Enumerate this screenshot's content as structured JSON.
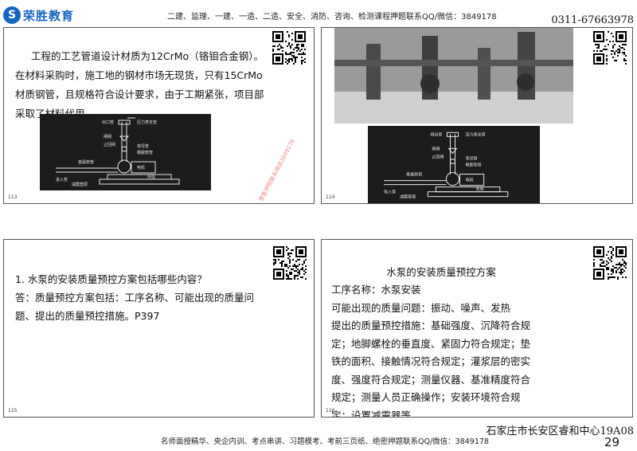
{
  "header": {
    "logo_mark": "S",
    "logo_text": "荣胜教育",
    "courses": "二建、监理、一建、一造、二造、安全、消防、咨询、检测课程押题联系QQ/微信：3849178",
    "phone": "0311-67663978"
  },
  "slides": [
    {
      "number": "113",
      "text": "工程的工艺管道设计材质为12CrMo（铬钼合金钢）。在材料采购时，施工地的钢材市场无现货，只有15CrMo材质钢管，且规格符合设计要求，由于工期紧张，项目部采取了材料代用。",
      "diagram_labels": {
        "l1": "出口管",
        "l2": "压力表支管",
        "l3": "闸阀",
        "l4": "止回阀",
        "l5": "变径管",
        "l6": "橡胶软管",
        "l7": "金属软管",
        "l8": "电机",
        "l9": "进入管",
        "l10": "减震垫层",
        "l11": "底座"
      }
    },
    {
      "number": "114",
      "diagram_labels": {
        "l1": "排出管",
        "l2": "压力表支管",
        "l3": "闸阀",
        "l4": "止回阀",
        "l5": "变径管",
        "l6": "橡胶软管",
        "l7": "金属软管",
        "l8": "电机",
        "l9": "吸入管",
        "l10": "减震垫层",
        "l11": "底座"
      }
    },
    {
      "number": "115",
      "question": "1. 水泵的安装质量预控方案包括哪些内容？",
      "answer": "答：质量预控方案包括：工序名称、可能出现的质量问题、提出的质量预控措施。P397"
    },
    {
      "number": "116",
      "title": "水泵的安装质量预控方案",
      "lines": [
        "工序名称：水泵安装",
        "可能出现的质量问题：振动、噪声、发热",
        "提出的质量预控措施：基础强度、沉降符合规定；地脚螺栓的垂直度、紧固力符合规定；垫铁的面积、接触情况符合规定；灌浆层的密实度、强度符合规定；测量仪器、基准精度符合规定；测量人员正确操作；安装环境符合规定；设置减震器等。"
      ]
    }
  ],
  "watermark": "禁售押题联系微信3849178",
  "footer": {
    "courses": "名师面授精华、央企内训、考点串讲、习题模考、考前三页纸、绝密押题联系QQ/微信：3849178",
    "location": "石家庄市长安区睿和中心19A08",
    "page": "29"
  },
  "colors": {
    "brand": "#1565c0",
    "watermark": "#dc2828"
  }
}
